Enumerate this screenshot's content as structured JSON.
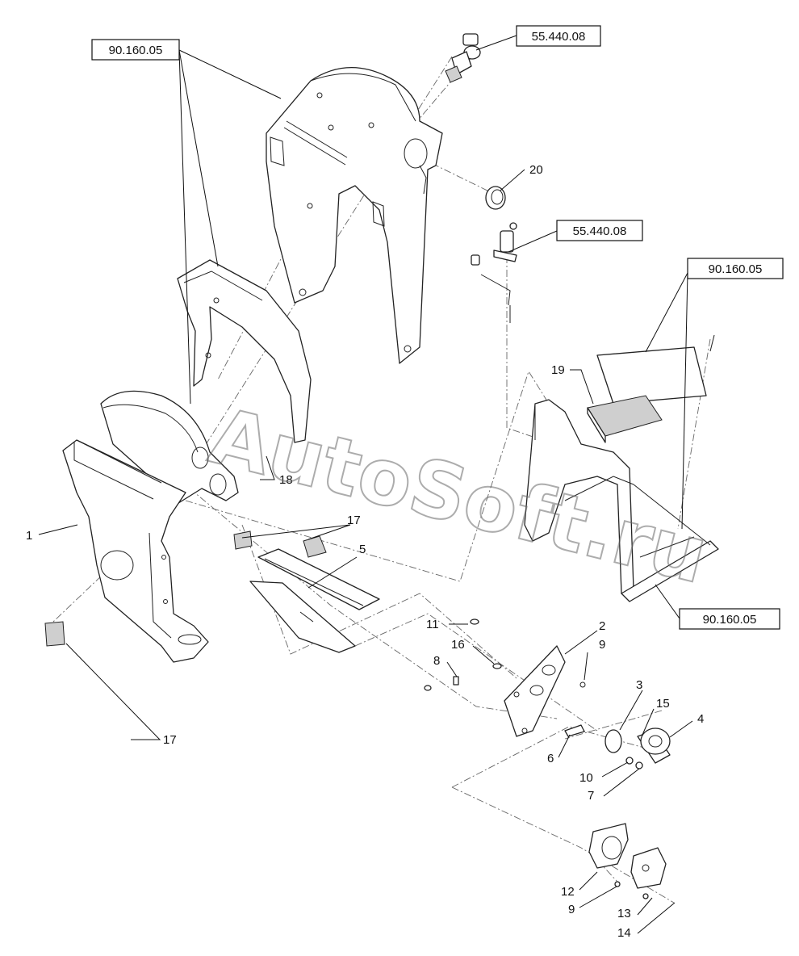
{
  "watermark": "AutoSoft.ru",
  "references": [
    {
      "id": "ref-top-left",
      "text": "90.160.05"
    },
    {
      "id": "ref-top-switch",
      "text": "55.440.08"
    },
    {
      "id": "ref-mid-switch",
      "text": "55.440.08"
    },
    {
      "id": "ref-right-upper",
      "text": "90.160.05"
    },
    {
      "id": "ref-right-lower",
      "text": "90.160.05"
    }
  ],
  "callouts": {
    "c1": "1",
    "c2": "2",
    "c3": "3",
    "c4": "4",
    "c5": "5",
    "c6": "6",
    "c7": "7",
    "c8": "8",
    "c9a": "9",
    "c9b": "9",
    "c10": "10",
    "c11": "11",
    "c12": "12",
    "c13": "13",
    "c14": "14",
    "c15": "15",
    "c16": "16",
    "c17a": "17",
    "c17b": "17",
    "c18": "18",
    "c19": "19",
    "c20": "20"
  }
}
